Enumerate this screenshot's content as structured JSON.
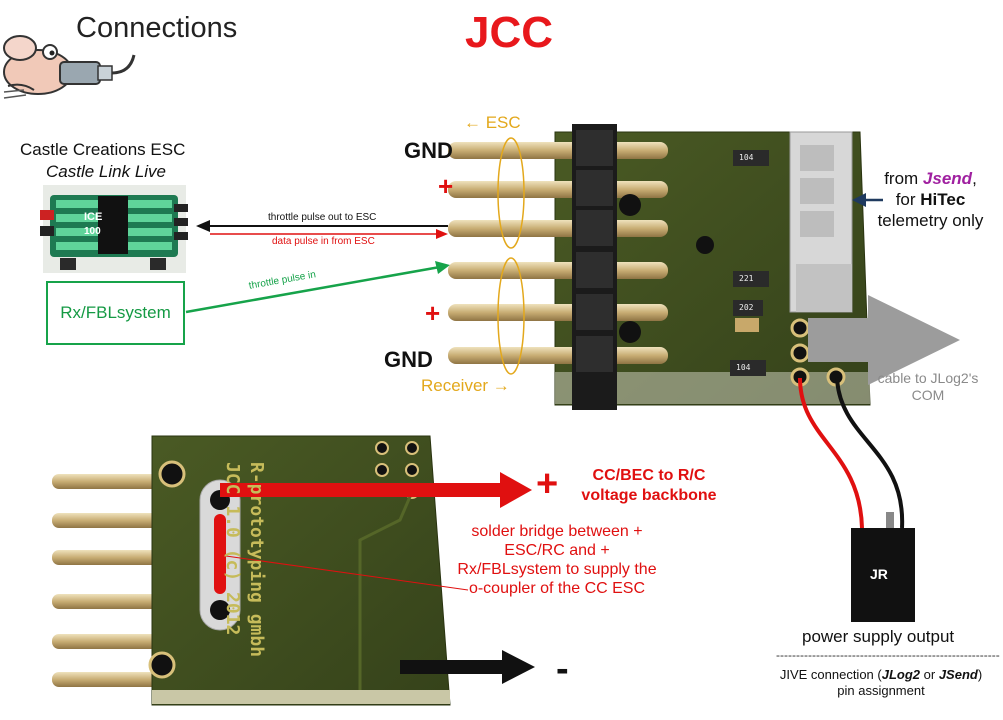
{
  "header": {
    "connections_title": "Connections",
    "main_title": "JCC"
  },
  "esc": {
    "name": "Castle Creations ESC",
    "subtitle": "Castle Link Live"
  },
  "pins": {
    "gnd_top": "GND",
    "plus_top": "+",
    "plus_bottom": "+",
    "gnd_bottom": "GND",
    "esc_group_label": "← ESC",
    "receiver_group_label": "Receiver →"
  },
  "signals": {
    "throttle_out": "throttle pulse out to ESC",
    "data_in": "data pulse in from ESC",
    "throttle_in": "throttle pulse in"
  },
  "rx_box": {
    "label": "Rx/FBLsystem"
  },
  "jsend_note": {
    "prefix": "from ",
    "jsend": "Jsend",
    "comma": ",",
    "for": "for ",
    "hitec": "HiTec",
    "telemetry": "telemetry only"
  },
  "cable_note": "cable to JLog2's COM",
  "backbone": {
    "plus": "+",
    "label": "CC/BEC to R/C voltage backbone",
    "minus": "-"
  },
  "solder_note": "solder bridge between + ESC/RC and + Rx/FBLsystem to supply the o-coupler of the CC ESC",
  "pcb_text": {
    "line1": "R-prototyping gmbh",
    "line2": "JCC 1.0 (c) 2012"
  },
  "chips": [
    "104",
    "221",
    "202",
    "104"
  ],
  "esc_labels": [
    "ICE",
    "100"
  ],
  "jr_connector": {
    "label": "JR"
  },
  "power_supply": "power supply output",
  "dashes": "--------------------------------------------------------",
  "jive": {
    "prefix": "JIVE connection (",
    "jlog2": "JLog2",
    "or": " or ",
    "jsend": "JSend",
    "suffix": ")",
    "line2": "pin assignment"
  },
  "colors": {
    "title_red": "#e8181c",
    "signal_green": "#16a34a",
    "group_orange": "#e3a81c",
    "pcb_green": "#3f4f1e",
    "gold_pin": "#c9b17a",
    "jsend_purple": "#a020a0"
  }
}
